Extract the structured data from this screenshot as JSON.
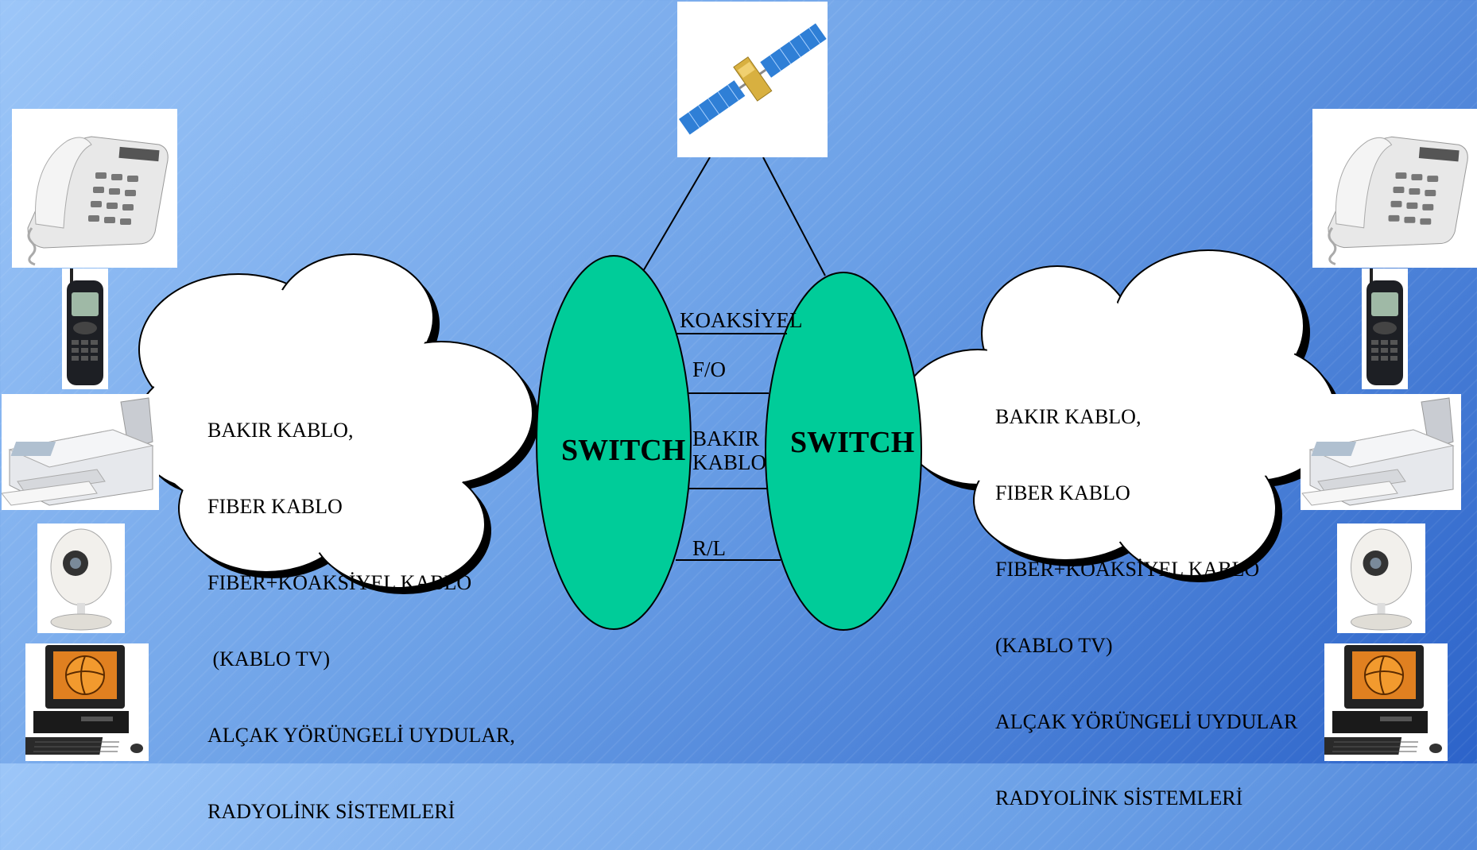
{
  "left_cloud": {
    "lines": [
      "BAKIR KABLO,",
      "FIBER KABLO",
      "FIBER+KOAKSİYEL KABLO",
      " (KABLO TV)",
      "ALÇAK YÖRÜNGELİ UYDULAR,",
      "RADYOLİNK SİSTEMLERİ"
    ]
  },
  "right_cloud": {
    "lines": [
      "BAKIR KABLO,",
      "FIBER KABLO",
      "FIBER+KOAKSİYEL KABLO",
      "(KABLO TV)",
      "ALÇAK YÖRÜNGELİ UYDULAR",
      "RADYOLİNK SİSTEMLERİ"
    ]
  },
  "switches": {
    "left": "SWITCH",
    "right": "SWITCH"
  },
  "links": {
    "coax": "KOAKSİYEL",
    "fiber": "F/O",
    "copper_line1": "BAKIR",
    "copper_line2": "KABLO",
    "radio": "R/L"
  },
  "colors": {
    "switch_fill": "#00cc99",
    "cloud_fill": "#ffffff",
    "cloud_shadow": "#000000"
  },
  "devices": [
    "satellite-icon",
    "desk-phone-icon",
    "mobile-phone-icon",
    "fax-machine-icon",
    "webcam-icon",
    "computer-icon"
  ]
}
